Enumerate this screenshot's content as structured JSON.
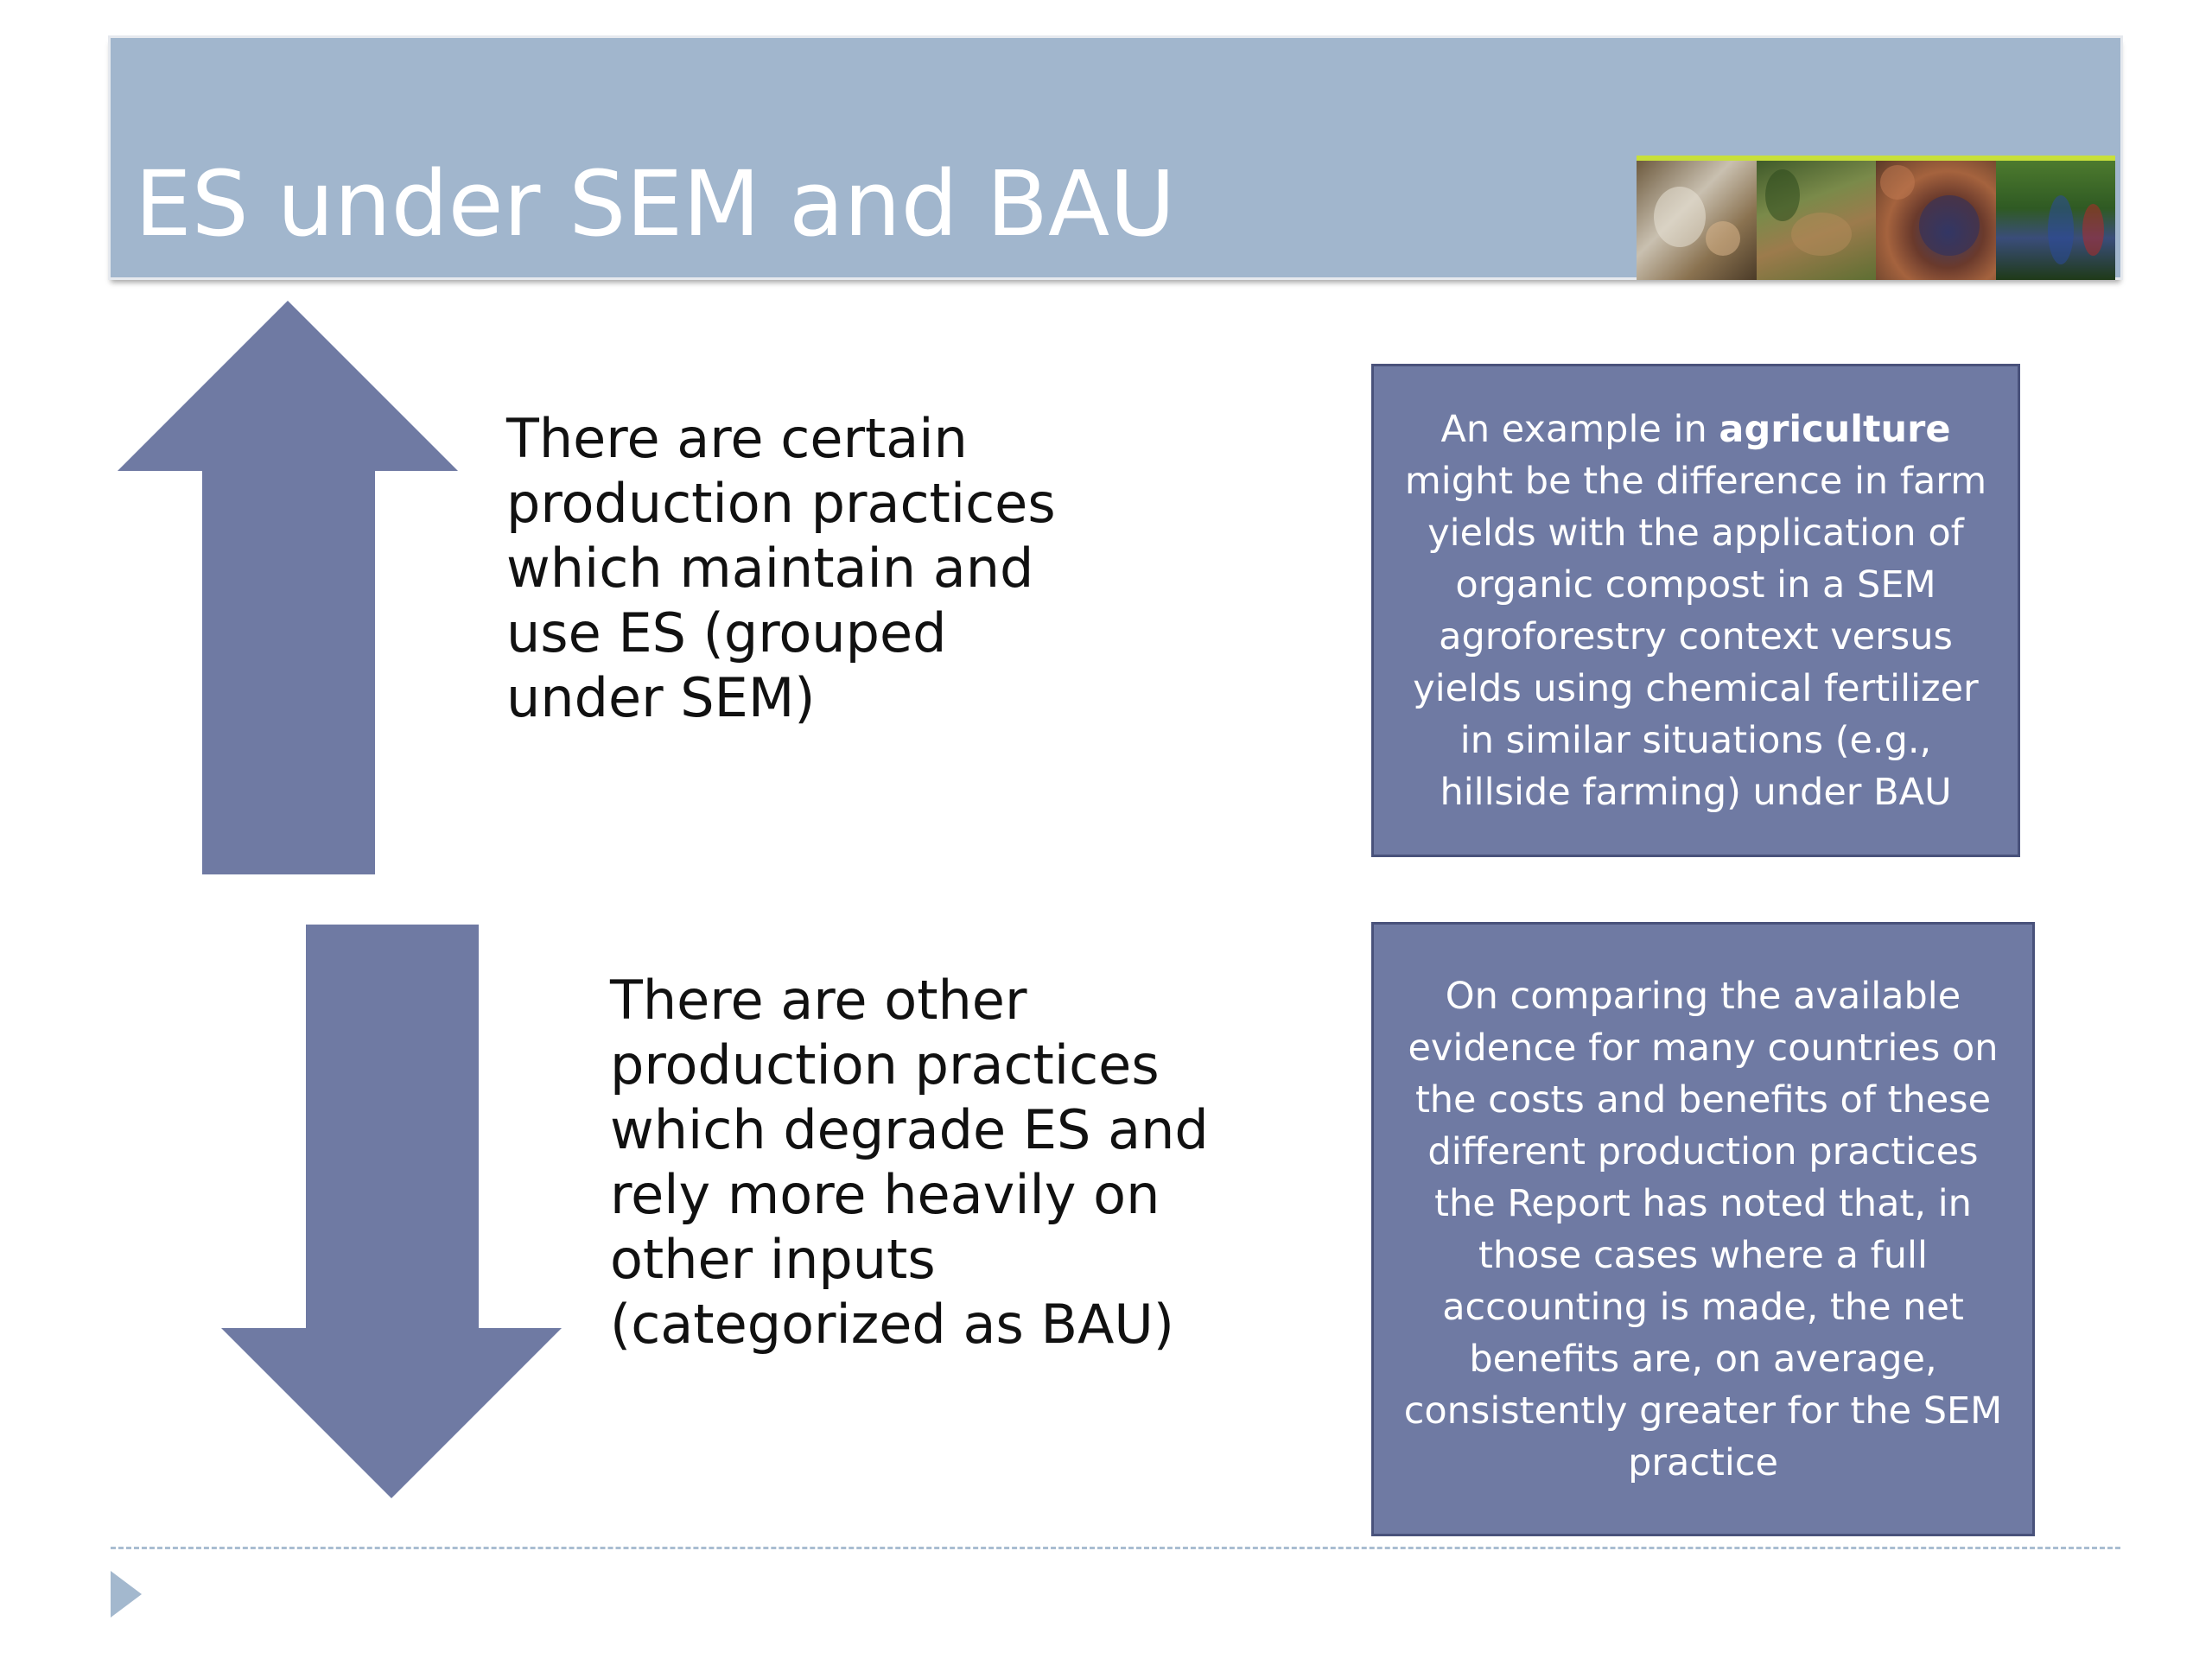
{
  "slide": {
    "title": "ES under SEM and BAU",
    "sem_text": "There are certain production practices which maintain and use ES (grouped under SEM)",
    "bau_text": "There are other production practices which degrade ES and rely more heavily on other inputs (categorized as BAU)",
    "agri_box": {
      "prefix": "An example in ",
      "emphasis": "agriculture",
      "suffix": " might be the difference in farm yields with the application of organic compost in a SEM agroforestry context versus yields using chemical fertilizer in similar situations (e.g., hillside farming) under BAU"
    },
    "compare_box": "On comparing the available evidence for many countries on the costs and benefits of these different production practices the Report has noted that, in those cases where a full accounting is made, the net benefits are, on average, consistently greater for the SEM practice"
  },
  "icons": {
    "up_arrow": "arrow-up-icon",
    "down_arrow": "arrow-down-icon",
    "footer_marker": "triangle-right-icon"
  },
  "colors": {
    "header_band": "#a1b6cd",
    "arrow_fill": "#6f7aa3",
    "box_fill": "#6f7aa3",
    "box_border": "#49527b",
    "photo_strip_accent": "#c8e03a",
    "footer_rule": "#a9bdd1"
  }
}
